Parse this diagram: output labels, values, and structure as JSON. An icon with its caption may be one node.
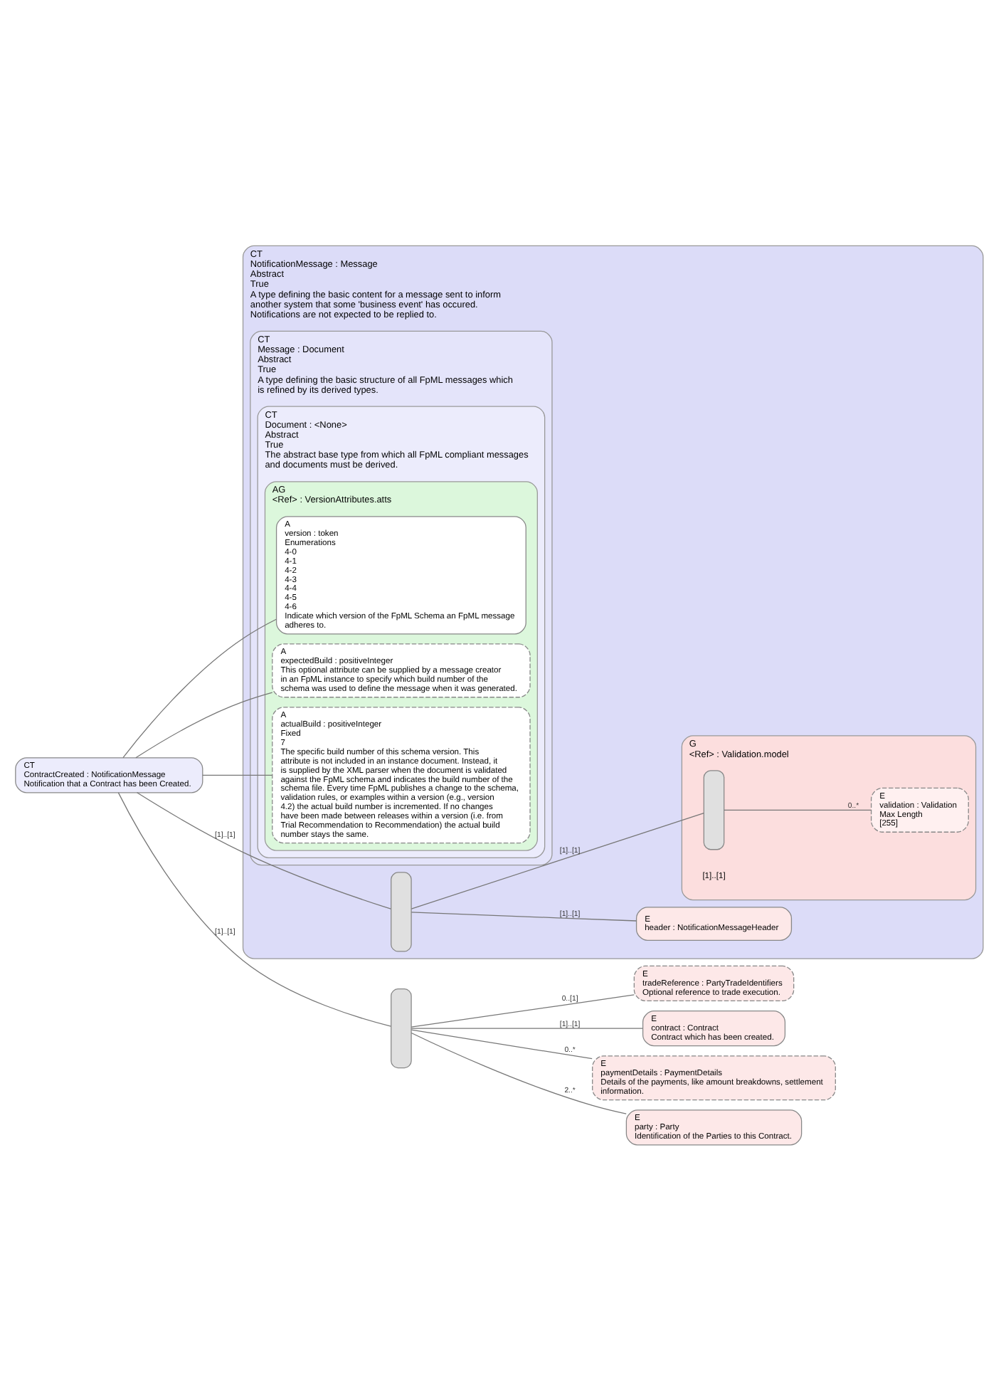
{
  "diagram": {
    "nodes": [
      {
        "text": [
          "CT",
          "ContractCreated : NotificationMessage",
          "Notification that a Contract has been Created."
        ]
      },
      {
        "text": [
          "CT",
          "NotificationMessage : Message",
          "Abstract",
          "True",
          "A type defining the basic content for a message sent to inform another system that some 'business event' has occured. Notifications are not expected to be replied to."
        ]
      },
      {
        "text": [
          "CT",
          "Message : Document",
          "Abstract",
          "True",
          "A type defining the basic structure of all FpML messages which is refined by its derived types."
        ],
        "in": 1
      },
      {
        "text": [
          "CT",
          "Document : <None>",
          "Abstract",
          "True",
          "The abstract base type from which all FpML compliant messages and documents must be derived."
        ],
        "in": 2
      },
      {
        "text": [
          "AG",
          "<Ref> : VersionAttributes.atts"
        ],
        "in": 3
      },
      {
        "text": [
          "A",
          "version : token",
          "Enumerations",
          "4-0",
          "4-1",
          "4-2",
          "4-3",
          "4-4",
          "4-5",
          "4-6",
          "Indicate which version of the FpML Schema an FpML message adheres to."
        ],
        "in": 4
      },
      {
        "text": [
          "A",
          "expectedBuild : positiveInteger",
          "This optional attribute can be supplied by a message creator in an FpML instance to specify which build number of the schema was used to define the message when it was generated."
        ],
        "in": 4
      },
      {
        "text": [
          "A",
          "actualBuild : positiveInteger",
          "Fixed",
          "7",
          "The specific build number of this schema version. This attribute is not included in an instance document. Instead, it is supplied by the XML parser when the document is validated against the FpML schema and indicates the build number of the schema file. Every time FpML publishes a change to the schema, validation rules, or examples within a version (e.g., version 4.2) the actual build number is incremented. If no changes have been made between releases within a version (i.e. from Trial Recommendation to Recommendation) the actual build number stays the same."
        ],
        "in": 4
      },
      {
        "text": [],
        "shape": "box",
        "in": 1
      },
      {
        "text": [
          "E",
          "header : NotificationMessageHeader"
        ],
        "in": 1
      },
      {
        "text": [
          "G",
          "<Ref> : Validation.model"
        ],
        "beside": [
          "[1]..[1]"
        ],
        "in": 1
      },
      {
        "text": [],
        "shape": "box",
        "in": 10
      },
      {
        "text": [
          "E",
          "validation : Validation",
          "Max Length",
          "[255]"
        ],
        "in": 10
      },
      {
        "text": [],
        "shape": "box"
      },
      {
        "text": [
          "E",
          "tradeReference : PartyTradeIdentifiers",
          "Optional reference to trade execution."
        ]
      },
      {
        "text": [
          "E",
          "contract : Contract",
          "Contract which has been created."
        ]
      },
      {
        "text": [
          "E",
          "paymentDetails : PaymentDetails",
          "Details of the payments, like amount breakdowns, settlement information."
        ]
      },
      {
        "text": [
          "E",
          "party : Party",
          "Identification of the Parties to this Contract."
        ]
      }
    ],
    "edges": [
      {
        "from": 0,
        "to": 5,
        "arrow": "none"
      },
      {
        "from": 0,
        "to": 6,
        "arrow": "none"
      },
      {
        "from": 0,
        "to": 7,
        "arrow": "none"
      },
      {
        "from": 0,
        "to": 8,
        "arrow": "none",
        "label": "[1]..[1]"
      },
      {
        "from": 8,
        "to": 9,
        "arrow": "none",
        "label": "[1]..[1]"
      },
      {
        "from": 8,
        "to": 11,
        "arrow": "none",
        "label": "[1]..[1]"
      },
      {
        "from": 11,
        "to": 12,
        "arrow": "none",
        "label": "0..*"
      },
      {
        "from": 0,
        "to": 13,
        "arrow": "none",
        "label": "[1]..[1]"
      },
      {
        "from": 13,
        "to": 14,
        "arrow": "none",
        "label": "0..[1]"
      },
      {
        "from": 13,
        "to": 15,
        "arrow": "none",
        "label": "[1]..[1]"
      },
      {
        "from": 13,
        "to": 16,
        "arrow": "none",
        "label": "0..*"
      },
      {
        "from": 13,
        "to": 17,
        "arrow": "none",
        "label": "2..*"
      }
    ]
  }
}
